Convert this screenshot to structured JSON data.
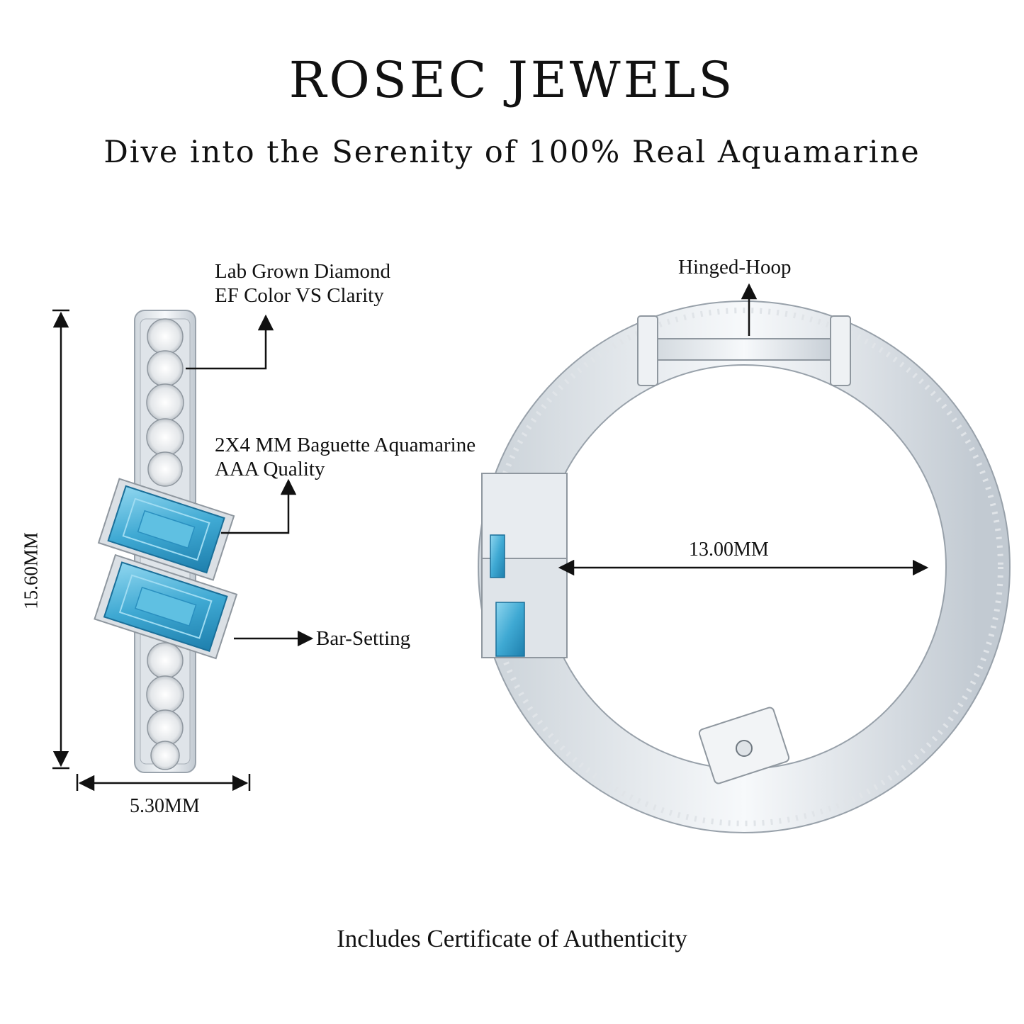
{
  "header": {
    "brand": "ROSEC JEWELS",
    "tagline": "Dive into the Serenity of 100% Real Aquamarine"
  },
  "left_view": {
    "diamond_label_line1": "Lab Grown Diamond",
    "diamond_label_line2": "EF Color VS Clarity",
    "aquamarine_label_line1": "2X4 MM Baguette Aquamarine",
    "aquamarine_label_line2": "AAA Quality",
    "setting_label": "Bar-Setting",
    "height_dimension": "15.60MM",
    "width_dimension": "5.30MM"
  },
  "right_view": {
    "hoop_label": "Hinged-Hoop",
    "inner_diameter": "13.00MM"
  },
  "footer": {
    "certificate": "Includes Certificate of Authenticity"
  },
  "colors": {
    "metal": "#e9edf1",
    "metal_shadow": "#b9c2cb",
    "aquamarine": "#4cb3d9",
    "aquamarine_dark": "#1f86b3",
    "ink": "#111111"
  }
}
